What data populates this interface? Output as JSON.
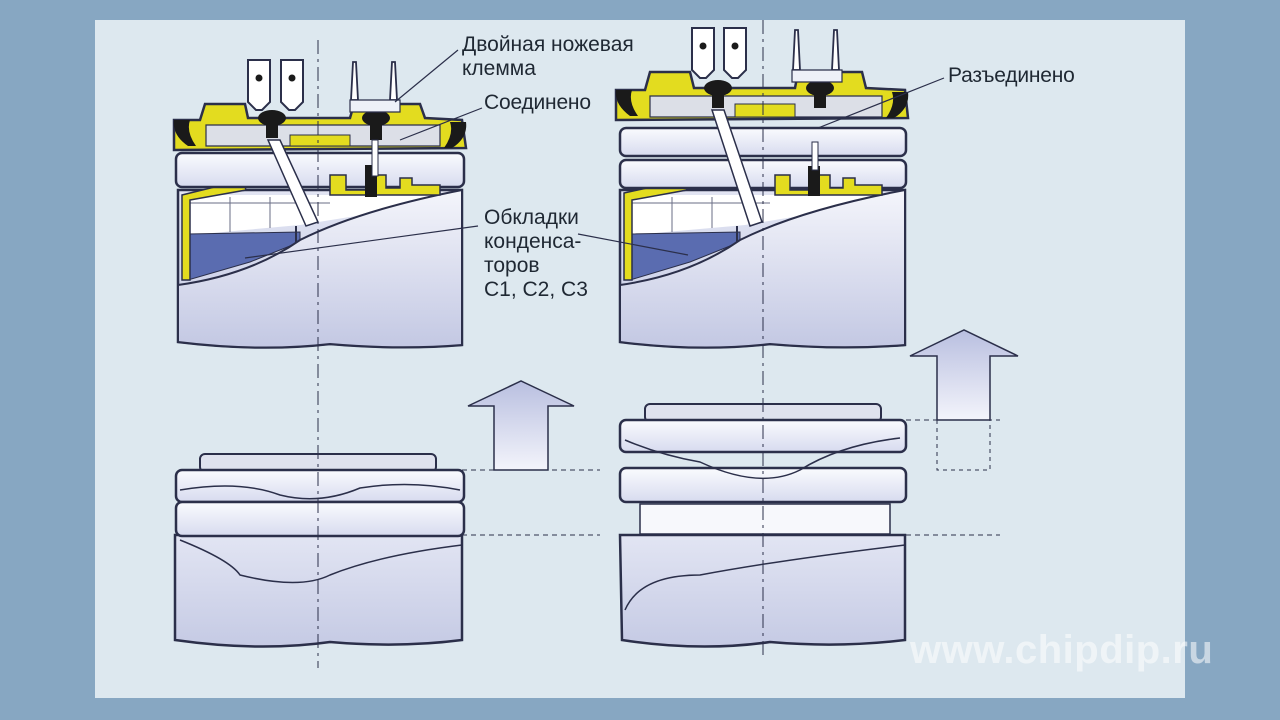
{
  "labels": {
    "knife_terminal_line1": "Двойная ножевая",
    "knife_terminal_line2": "клемма",
    "connected": "Соединено",
    "disconnected": "Разъединено",
    "plates": [
      "Обкладки",
      "конденса-",
      "торов",
      "C1, C2, C3"
    ]
  },
  "watermark": "www.chipdip.ru",
  "colors": {
    "background": "#87a7c2",
    "panel": "#dde8ef",
    "housing": "#eef0f8",
    "housing_shade": "#c6cbe4",
    "outline": "#2b2f4a",
    "lid_yellow": "#e3dc1f",
    "seal_black": "#1a1a1a",
    "plate_blue": "#5a6cb0",
    "arrow_fill": "#d4d8ee"
  }
}
